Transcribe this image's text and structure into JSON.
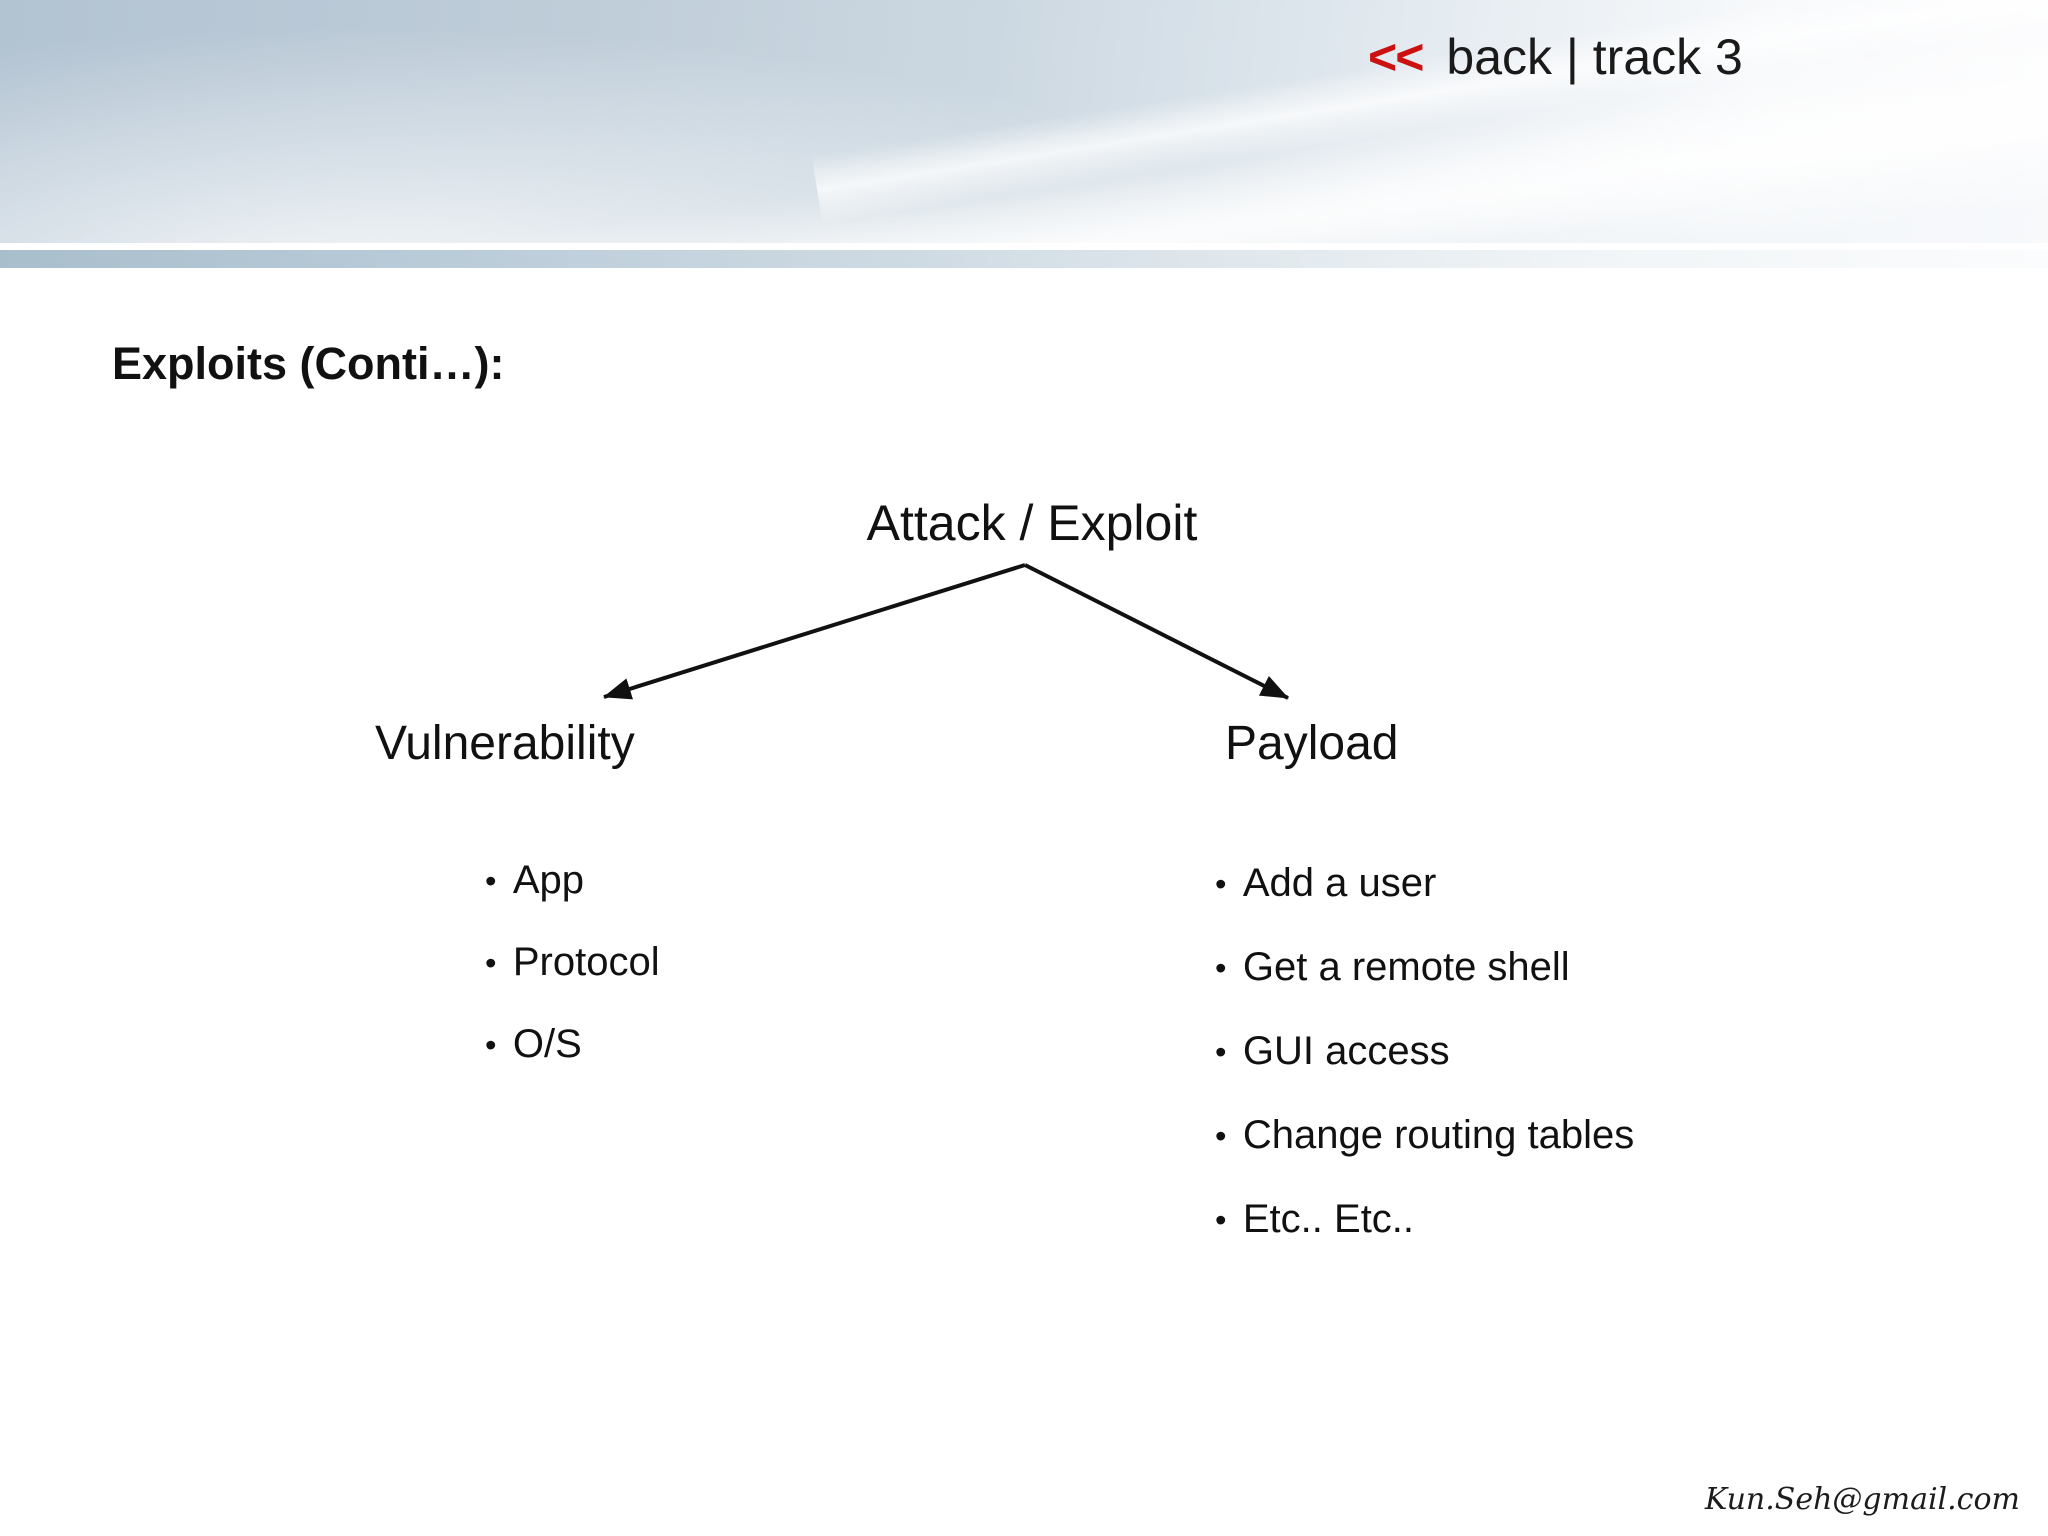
{
  "nav": {
    "chevrons": "<<",
    "label": "back | track 3",
    "chevron_color": "#cc1111",
    "text_color": "#1a1a1a"
  },
  "slide": {
    "title": "Exploits (Conti…):",
    "diagram": {
      "root_label": "Attack / Exploit",
      "branches": [
        {
          "label": "Vulnerability",
          "items": [
            "App",
            "Protocol",
            "O/S"
          ]
        },
        {
          "label": "Payload",
          "items": [
            "Add a user",
            "Get a remote shell",
            "GUI access",
            "Change routing tables",
            "Etc.. Etc.."
          ]
        }
      ]
    },
    "signature": "Kun.Seh@gmail.com"
  },
  "theme": {
    "band_blue": "#b2c3d2",
    "strip_blue": "#a9becb",
    "background": "#ffffff",
    "text_color": "#111111",
    "accent_red": "#cc1111"
  }
}
